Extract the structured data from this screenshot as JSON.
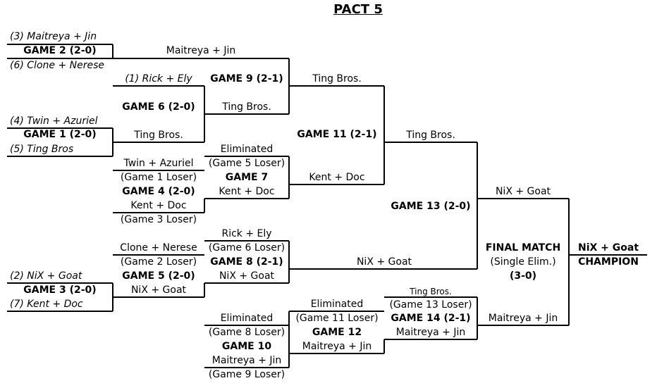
{
  "title": "PACT 5",
  "seeds": {
    "maitreya": "(3) Maitreya + Jin",
    "clone": "(6) Clone + Nerese",
    "twin": "(4) Twin + Azuriel",
    "ting": "(5) Ting Bros",
    "rick": "(1) Rick + Ely",
    "nix": "(2) NiX + Goat",
    "kent": "(7) Kent + Doc"
  },
  "games": {
    "g2": "GAME 2 (2-0)",
    "g1": "GAME 1 (2-0)",
    "g3": "GAME 3 (2-0)",
    "g6": "GAME 6 (2-0)",
    "g9": "GAME 9 (2-1)",
    "g11": "GAME 11 (2-1)",
    "g4": "GAME 4 (2-0)",
    "g7": "GAME 7",
    "g5": "GAME 5 (2-0)",
    "g8": "GAME 8 (2-1)",
    "g13": "GAME 13 (2-0)",
    "g10": "GAME 10",
    "g12": "GAME 12",
    "g14": "GAME 14 (2-1)"
  },
  "entries": {
    "g9_top": "Maitreya + Jin",
    "g9_bottom": "Ting Bros.",
    "g6_bottom": "Ting Bros.",
    "g11_top": "Ting Bros.",
    "g11_bottom": "Kent + Doc",
    "g13_top": "Ting Bros.",
    "g4_top": "Twin + Azuriel",
    "g4_top_note": "(Game 1 Loser)",
    "g4_bottom": "Kent + Doc",
    "g4_bottom_note": "(Game 3 Loser)",
    "g7_top": "Eliminated",
    "g7_top_note": "(Game 5 Loser)",
    "g7_bottom": "Kent + Doc",
    "g5_top": "Clone + Nerese",
    "g5_top_note": "(Game 2 Loser)",
    "g5_bottom": "NiX + Goat",
    "g8_top": "Rick + Ely",
    "g8_top_note": "(Game 6 Loser)",
    "g8_bottom": "NiX + Goat",
    "g13_bottom": "NiX + Goat",
    "final_top": "NiX + Goat",
    "final_bottom": "Maitreya + Jin",
    "g10_top": "Eliminated",
    "g10_top_note": "(Game 8 Loser)",
    "g10_bottom": "Maitreya + Jin",
    "g10_bottom_note": "(Game 9 Loser)",
    "g12_top": "Eliminated",
    "g12_top_note": "(Game 11 Loser)",
    "g12_bottom": "Maitreya + Jin",
    "g14_top": "Ting Bros.",
    "g14_top_note": "(Game 13 Loser)",
    "g14_bottom": "Maitreya + Jin"
  },
  "final": {
    "name": "FINAL MATCH",
    "format": "(Single Elim.)",
    "score": "(3-0)"
  },
  "champion": {
    "team": "NiX + Goat",
    "label": "CHAMPION"
  }
}
